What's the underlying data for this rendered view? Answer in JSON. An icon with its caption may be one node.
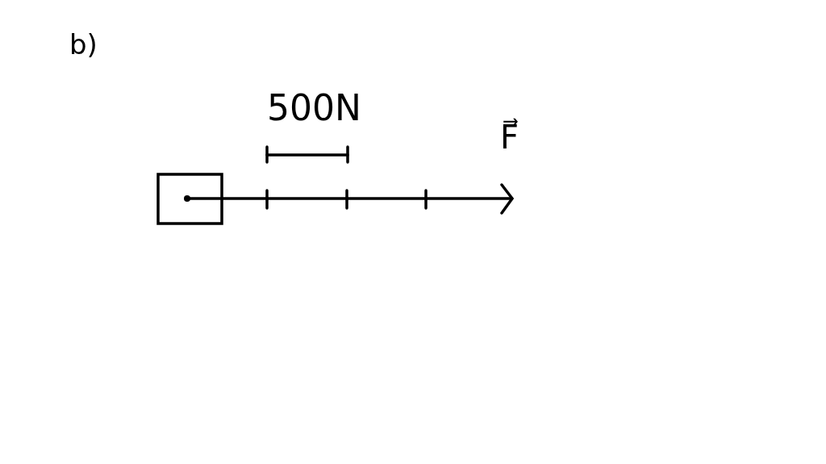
{
  "diagram": {
    "nodes": [
      {
        "text": [],
        "shape": "box"
      }
    ],
    "labels": [
      "b)",
      "500N",
      "F⃗"
    ]
  }
}
